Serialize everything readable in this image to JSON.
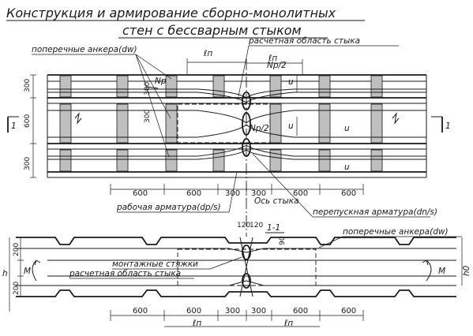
{
  "title": {
    "line1": "Конструкция и армирование сборно-монолитных",
    "line2": "стен с бессварным стыком"
  },
  "plan": {
    "label_transverse_anchors": "поперечные анкера(dw)",
    "label_design_zone": "расчетная область стыка",
    "label_working_reinf": "рабочая арматура(dp/s)",
    "label_joint_axis": "Ось стыка",
    "label_lap_reinf": "перепускная арматура(dn/s)",
    "lp": "ℓп",
    "np": "Np",
    "np_half": "Np/2",
    "u": "u",
    "section_mark": "1",
    "left_dims": [
      "300",
      "600",
      "300"
    ],
    "small_dims": [
      "300",
      "300"
    ],
    "bottom_dims": [
      "600",
      "600",
      "300",
      "300",
      "600",
      "600"
    ]
  },
  "section": {
    "section_title": "1-1",
    "top_dims": [
      "120",
      "120"
    ],
    "dim_90": "90",
    "label_transverse_anchors": "поперечные анкера(dw)",
    "label_assembly_ties": "монтажные стяжки",
    "label_design_zone": "расчетная область стыка",
    "height_label": "h",
    "left_dims": [
      "200",
      "200"
    ],
    "moment_left": "M",
    "moment_right": "M",
    "h0_label": "h0",
    "bottom_dims": [
      "600",
      "600",
      "300",
      "300",
      "600",
      "600"
    ],
    "lp": "ℓп"
  },
  "colors": {
    "ink": "#1a1a1a",
    "rib_fill": "#bfbfbf",
    "paper": "#ffffff"
  }
}
